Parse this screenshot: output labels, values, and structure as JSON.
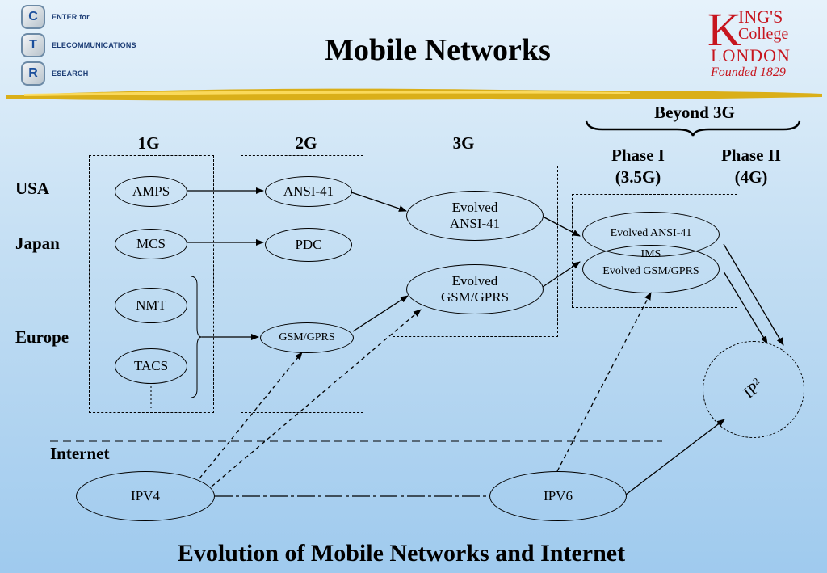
{
  "header": {
    "title": "Mobile Networks",
    "subtitle": "Evolution of Mobile Networks and Internet"
  },
  "logo_ctr": {
    "letters": [
      "C",
      "T",
      "R"
    ],
    "lines": [
      "ENTER for",
      "ELECOMMUNICATIONS",
      "ESEARCH"
    ]
  },
  "logo_kcl": {
    "k": "K",
    "kings": "ING'S",
    "college": "College",
    "london": "LONDON",
    "founded": "Founded 1829"
  },
  "generations": {
    "g1": "1G",
    "g2": "2G",
    "g3": "3G",
    "beyond": "Beyond 3G",
    "phase1": "Phase I",
    "phase1_sub": "(3.5G)",
    "phase2": "Phase II",
    "phase2_sub": "(4G)"
  },
  "regions": {
    "usa": "USA",
    "japan": "Japan",
    "europe": "Europe",
    "internet": "Internet"
  },
  "nodes": {
    "amps": "AMPS",
    "mcs": "MCS",
    "nmt": "NMT",
    "tacs": "TACS",
    "ansi41": "ANSI-41",
    "pdc": "PDC",
    "gsm_gprs": "GSM/GPRS",
    "evolved_ansi41_l1": "Evolved",
    "evolved_ansi41_l2": "ANSI-41",
    "evolved_gsm_l1": "Evolved",
    "evolved_gsm_l2": "GSM/GPRS",
    "p1_evolved_ansi41": "Evolved ANSI-41",
    "ims": "IMS",
    "p1_evolved_gsm": "Evolved GSM/GPRS",
    "ip2_base": "IP",
    "ip2_sup": "2",
    "ipv4": "IPV4",
    "ipv6": "IPV6"
  },
  "colors": {
    "background_top": "#e6f2fb",
    "background_bottom": "#9fcaee",
    "kcl_red": "#c7161f",
    "ctr_blue": "#1b4f9c",
    "stripe_gold": "#d9a800"
  }
}
